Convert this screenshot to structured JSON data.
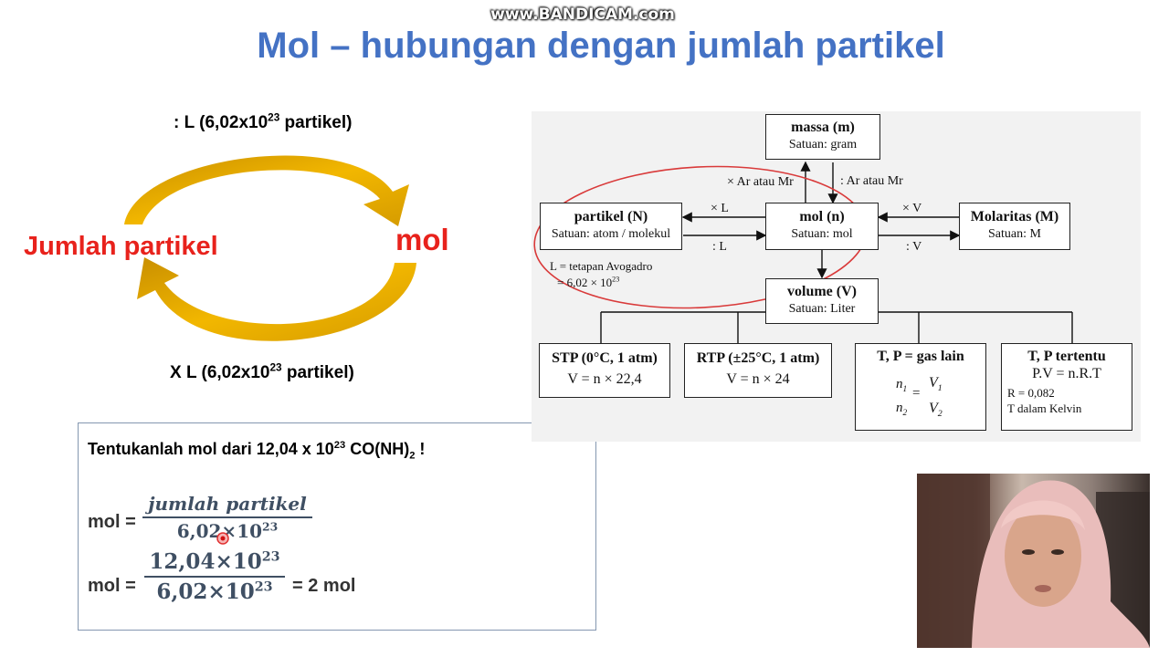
{
  "watermark": "www.BANDICAM.com",
  "title": "Mol – hubungan dengan jumlah partikel",
  "cycle": {
    "top_prefix": ": L (6,02x10",
    "top_exp": "23",
    "top_suffix": " partikel)",
    "bottom_prefix": "X L (6,02x10",
    "bottom_exp": "23",
    "bottom_suffix": " partikel)",
    "left_label": "Jumlah partikel",
    "right_label": "mol",
    "arrow_color": "#e6a800"
  },
  "exercise": {
    "question_prefix": "Tentukanlah mol dari 12,04 x 10",
    "question_exp": "23",
    "question_formula": " CO(NH)",
    "question_sub": "2",
    "question_suffix": "  !",
    "eq1_label": "mol =",
    "eq1_num": "jumlah partikel",
    "eq1_den_base": "6,02×10",
    "eq1_den_exp": "23",
    "eq2_label": "mol =",
    "eq2_num_base": "12,04×10",
    "eq2_num_exp": "23",
    "eq2_den_base": "6,02×10",
    "eq2_den_exp": "23",
    "eq2_result": "= 2 mol"
  },
  "diagram": {
    "massa": {
      "title": "massa (m)",
      "unit": "Satuan: gram"
    },
    "partikel": {
      "title": "partikel (N)",
      "unit": "Satuan: atom / molekul"
    },
    "mol": {
      "title": "mol (n)",
      "unit": "Satuan: mol"
    },
    "molaritas": {
      "title": "Molaritas (M)",
      "unit": "Satuan: M"
    },
    "volume": {
      "title": "volume (V)",
      "unit": "Satuan: Liter"
    },
    "stp": {
      "title": "STP (0°C, 1 atm)",
      "formula": "V = n × 22,4"
    },
    "rtp": {
      "title": "RTP (±25°C, 1 atm)",
      "formula": "V = n × 24"
    },
    "tp_gas": {
      "title": "T, P = gas lain",
      "n1": "n",
      "n2": "n",
      "v1": "V",
      "v2": "V",
      "s1": "1",
      "s2": "2"
    },
    "tp_tertentu": {
      "title": "T, P tertentu",
      "formula": "P.V = n.R.T",
      "r": "R = 0,082",
      "t": "T dalam Kelvin"
    },
    "lbl_x_ar": "× Ar atau Mr",
    "lbl_div_ar": ": Ar atau Mr",
    "lbl_x_l": "× L",
    "lbl_div_l": ": L",
    "lbl_x_v": "× V",
    "lbl_div_v": ": V",
    "avogadro_line1": "L = tetapan Avogadro",
    "avogadro_line2_prefix": "= 6,02 × 10",
    "avogadro_line2_exp": "23"
  }
}
